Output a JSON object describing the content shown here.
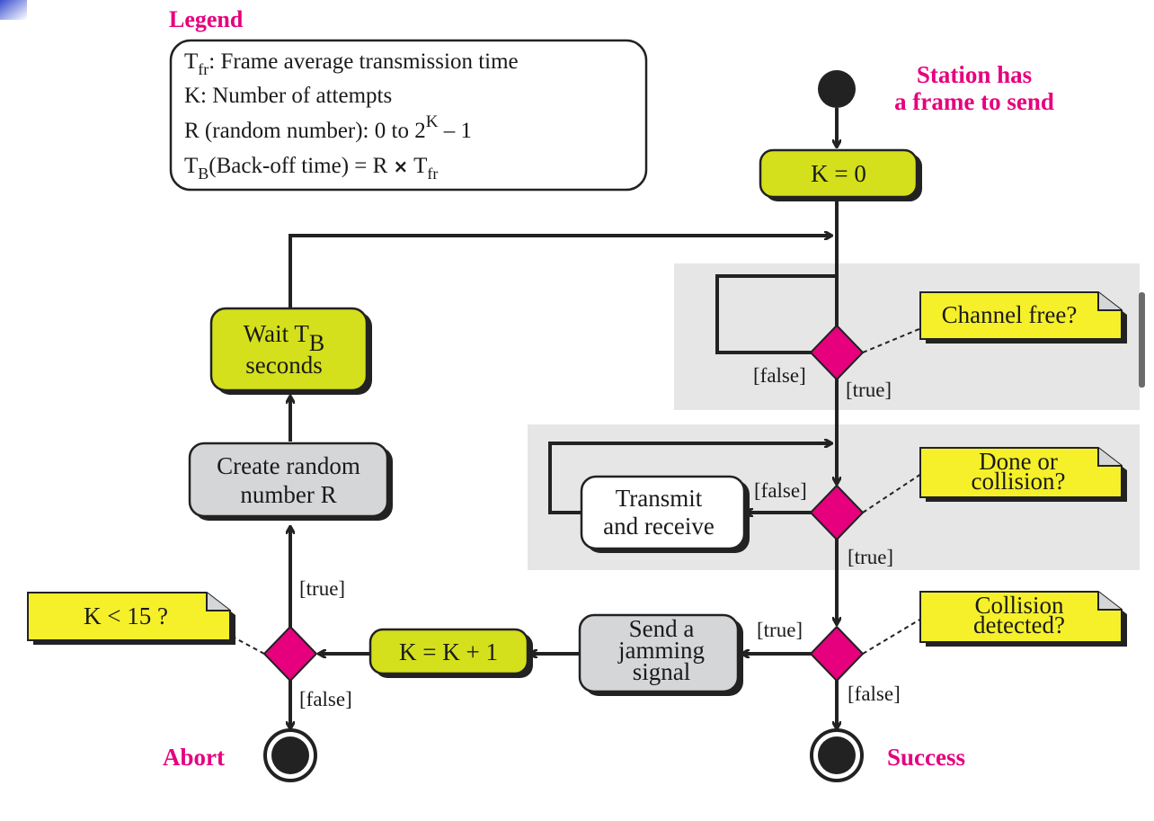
{
  "legend": {
    "title": "Legend",
    "line1": {
      "main": "T",
      "sub": "fr",
      "rest": ": Frame average transmission time"
    },
    "line2": "K: Number of attempts",
    "line3": {
      "main": "R (random number): 0 to 2",
      "sup": "K",
      "rest": " – 1"
    },
    "line4": {
      "main": "T",
      "sub": "B",
      "mid": "(Back-off time) = R ",
      "times": "×",
      "t2": " T",
      "sub2": "fr"
    }
  },
  "start_label": {
    "line1": "Station has",
    "line2": "a frame to send"
  },
  "nodes": {
    "k_zero": "K = 0",
    "wait": {
      "line1": "Wait T",
      "sub": "B",
      "line2": "seconds"
    },
    "random": {
      "line1": "Create random",
      "line2": "number R"
    },
    "transmit": {
      "line1": "Transmit",
      "line2": "and receive"
    },
    "jamming": {
      "line1": "Send a",
      "line2": "jamming",
      "line3": "signal"
    },
    "k_inc": "K = K + 1"
  },
  "notes": {
    "channel_free": "Channel free?",
    "done_collision": {
      "line1": "Done or",
      "line2": "collision?"
    },
    "collision_detected": {
      "line1": "Collision",
      "line2": "detected?"
    },
    "k_limit": "K < 15 ?"
  },
  "guards": {
    "false": "[false]",
    "true": "[true]"
  },
  "end_labels": {
    "abort": "Abort",
    "success": "Success"
  },
  "colors": {
    "accent": "#e6007e",
    "action_fill": "#d4e01c",
    "gray_fill": "#d4d6d8",
    "note_fill": "#f5f02a",
    "region_fill": "#e6e6e6"
  }
}
